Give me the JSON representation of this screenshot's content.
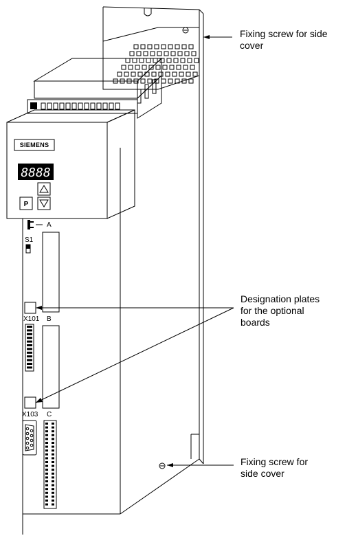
{
  "callouts": {
    "top_screw": [
      "Fixing screw for side",
      "cover"
    ],
    "plates": [
      "Designation plates",
      "for the optional",
      "boards"
    ],
    "bottom_screw": [
      "Fixing screw for",
      "side cover"
    ]
  },
  "panel": {
    "brand": "SIEMENS",
    "display": "8888",
    "p_key": "P"
  },
  "slots": {
    "a": "A",
    "b": "B",
    "c": "C"
  },
  "connectors": {
    "s1": "S1",
    "x101": "X101",
    "x103": "X103"
  }
}
